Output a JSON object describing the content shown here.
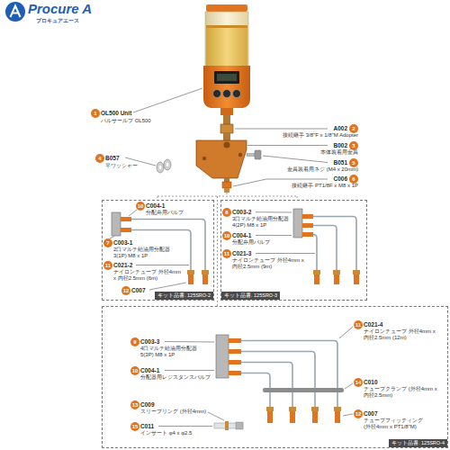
{
  "diagram": {
    "nodes": [
      {
        "text": [
          "1"
        ]
      },
      {
        "text": [
          "2"
        ]
      },
      {
        "text": [
          "3"
        ]
      },
      {
        "text": [
          "4"
        ]
      },
      {
        "text": [
          "5"
        ]
      },
      {
        "text": [
          "6"
        ]
      },
      {
        "text": [
          "キット品番. 125SRO-2"
        ]
      },
      {
        "text": [
          "10"
        ],
        "in": 6
      },
      {
        "text": [
          "7"
        ],
        "in": 6
      },
      {
        "text": [
          "11"
        ],
        "in": 6
      },
      {
        "text": [
          "12"
        ],
        "in": 6
      },
      {
        "text": [
          "キット品番. 125SRO-3"
        ]
      },
      {
        "text": [
          "8"
        ],
        "in": 11
      },
      {
        "text": [
          "10"
        ],
        "in": 11
      },
      {
        "text": [
          "11"
        ],
        "in": 11
      },
      {
        "text": [
          "キット品番. 125SRO-4"
        ]
      },
      {
        "text": [
          "9"
        ],
        "in": 15
      },
      {
        "text": [
          "10"
        ],
        "in": 15
      },
      {
        "text": [
          "13"
        ],
        "in": 15
      },
      {
        "text": [
          "15"
        ],
        "in": 15
      },
      {
        "text": [
          "11"
        ],
        "in": 15
      },
      {
        "text": [
          "14"
        ],
        "in": 15
      },
      {
        "text": [
          "12"
        ],
        "in": 15
      }
    ],
    "labels": [
      "Procure A",
      "プロキュアエース",
      "OL500 Unit",
      "パルサールブ OL500",
      "A002",
      "接続継手 3/8\"F x 1/8\"M Adopter",
      "B002",
      "本体装着用金具",
      "B057",
      "平ワッシャー",
      "B051",
      "金具装着用ネジ (M4 x 20mm)",
      "C006",
      "接続継手 PT1/8F x M8 x 1P",
      "C004-1",
      "分配弁用バルブ",
      "C003-1",
      "2口マルチ給油用分配器 3(1P) M8 x 1P",
      "C021-2",
      "ナイロンチューブ 外径4mm x 内径2.5mm (6m)",
      "C007",
      "C003-2",
      "3口マルチ給油用分配器 4(2P) M8 x 1P",
      "C004-1",
      "分配弁用バルブ",
      "C021-3",
      "ナイロンチューブ 外径4mm x 内径2.5mm (9m)",
      "C003-3",
      "4口マルチ給油用分配器 5(3P) M8 x 1P",
      "C004-1",
      "分配器用レジスタンスバルブ",
      "C009",
      "スリーブリング (外径4mm)",
      "C011",
      "インサート φ4 x φ2.5",
      "C021-4",
      "ナイロンチューブ 外径4mm x 内径2.5mm (12m)",
      "C010",
      "チューブクランプ (外径4mm x 内径2.5mm)",
      "C007",
      "チューブフィッティング (外径4mm x PT1/8\"M)"
    ]
  }
}
